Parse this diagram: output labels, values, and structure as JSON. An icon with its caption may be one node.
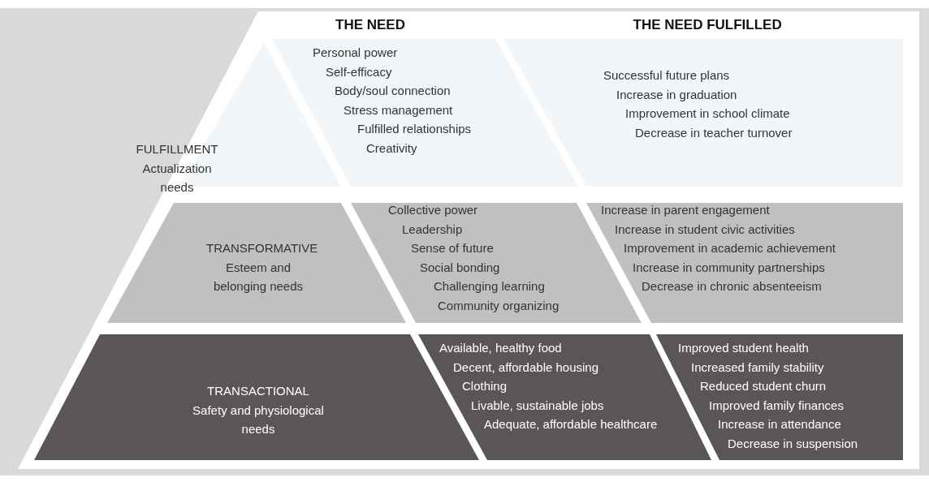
{
  "diagram": {
    "nodes": [
      {
        "text": [
          "FULFILLMENT",
          "Actualization needs"
        ]
      },
      {
        "text": [
          "Personal power",
          "Self-efficacy",
          "Body/soul connection",
          "Stress management",
          "Fulfilled relationships",
          "Creativity"
        ]
      },
      {
        "text": [
          "Successful future plans",
          "Increase in graduation",
          "Improvement in school climate",
          "Decrease in teacher turnover"
        ]
      },
      {
        "text": [
          "TRANSFORMATIVE",
          "Esteem and belonging needs"
        ]
      },
      {
        "text": [
          "Collective power",
          "Leadership",
          "Sense of future",
          "Social bonding",
          "Challenging learning",
          "Community organizing"
        ]
      },
      {
        "text": [
          "Increase in parent engagement",
          "Increase in student civic activities",
          "Improvement in academic achievement",
          "Increase in community partnerships",
          "Decrease in chronic absenteeism"
        ]
      },
      {
        "text": [
          "TRANSACTIONAL",
          "Safety and physiological needs"
        ]
      },
      {
        "text": [
          "Available, healthy food",
          "Decent, affordable housing",
          "Clothing",
          "Livable, sustainable jobs",
          "Adequate, affordable healthcare"
        ]
      },
      {
        "text": [
          "Improved student health",
          "Increased family stability",
          "Reduced student churn",
          "Improved family finances",
          "Increase in attendance",
          "Decrease in suspension"
        ]
      }
    ],
    "labels": [
      "THE NEED",
      "THE NEED FULFILLED"
    ]
  }
}
